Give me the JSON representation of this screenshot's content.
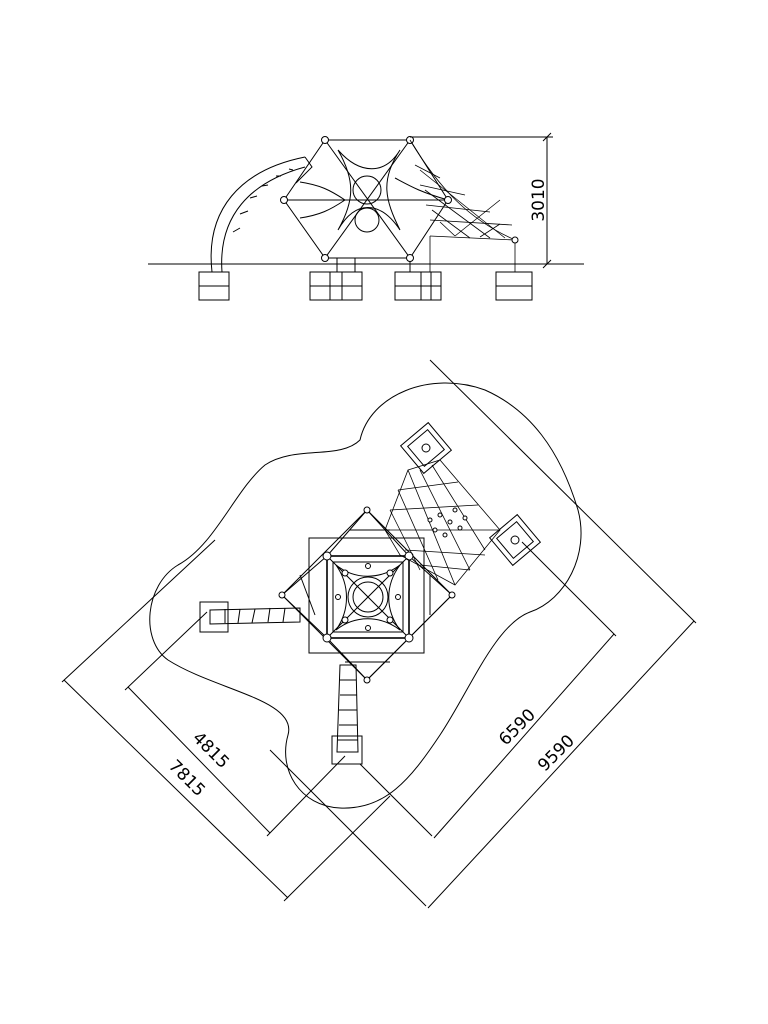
{
  "elevation": {
    "height_dimension": "3010"
  },
  "plan": {
    "dimensions": {
      "d4815": "4815",
      "d7815": "7815",
      "d6590": "6590",
      "d9590": "9590"
    }
  }
}
